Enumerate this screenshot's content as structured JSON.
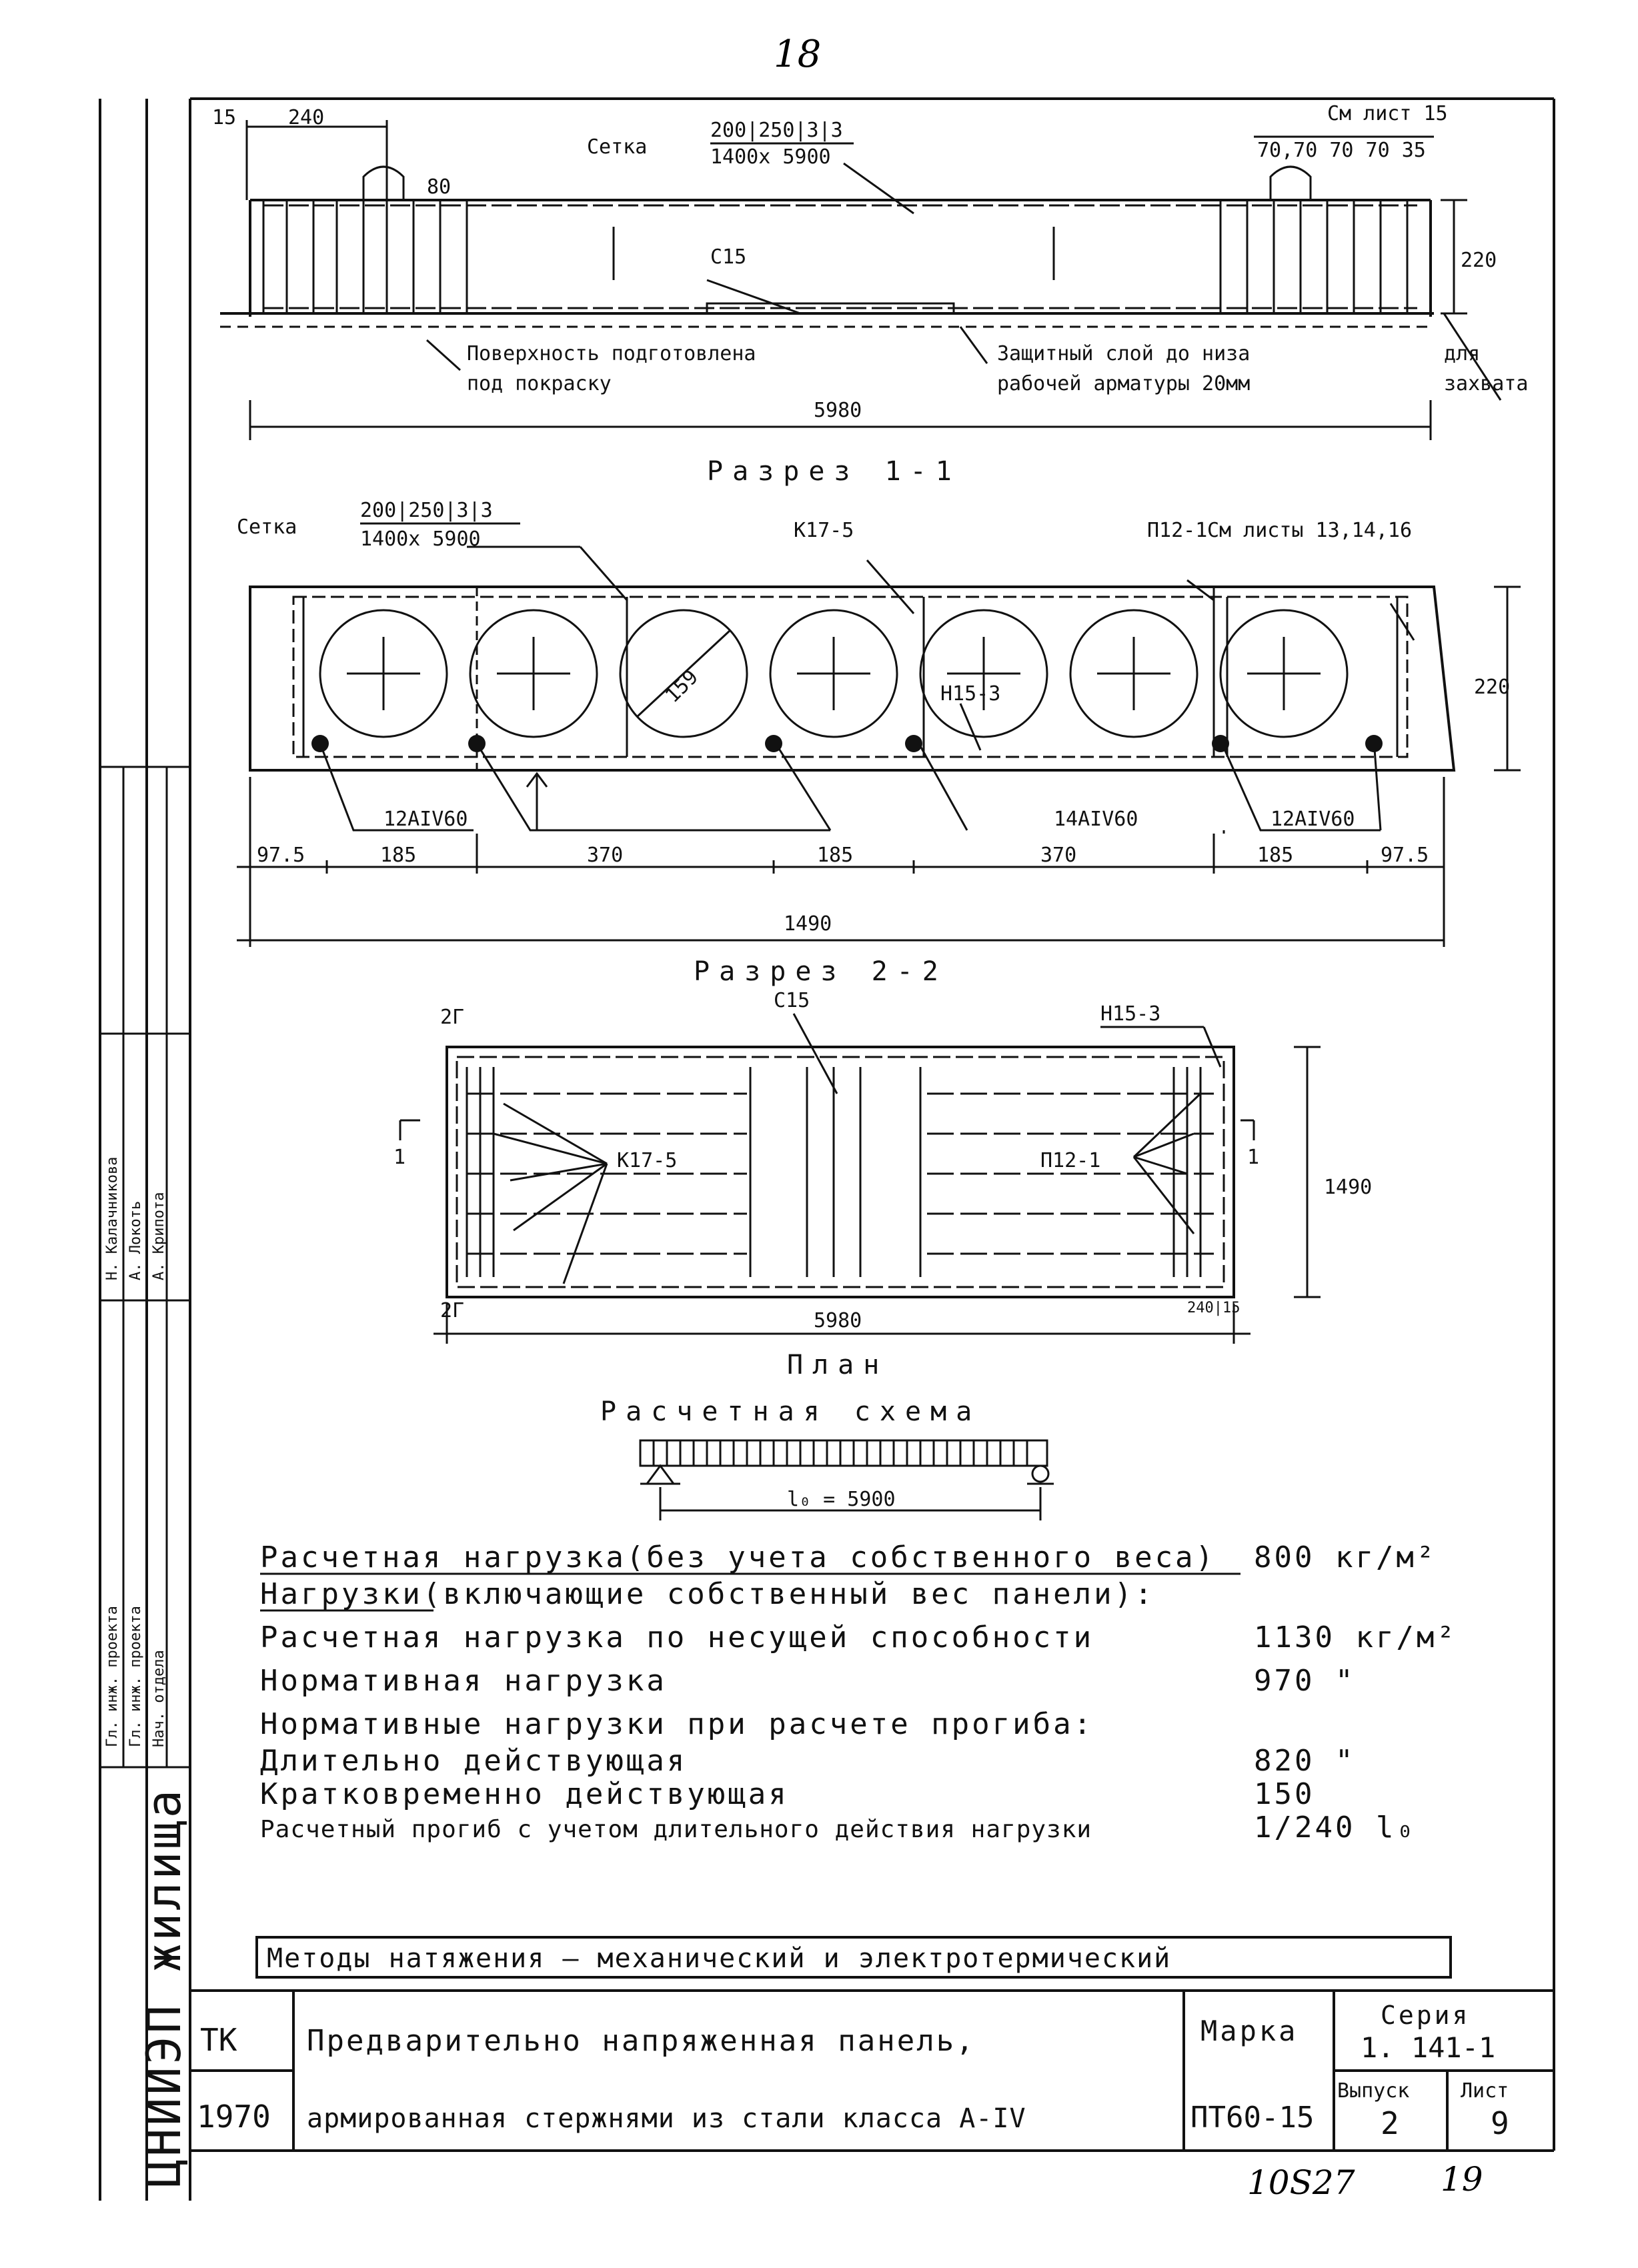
{
  "page": {
    "top_handwritten": "18",
    "bottom_handwritten_left": "10S27",
    "bottom_handwritten_right": "19"
  },
  "side_elevation": {
    "left_dim_a": "15",
    "left_dim_b": "240",
    "mesh_label": "Сетка",
    "mesh_spec_top": "200|250|3|3",
    "mesh_spec_bottom": "1400x 5900",
    "see_sheet": "См лист 15",
    "right_dims": "70,70 70 70 35",
    "hook_dim": "80",
    "height_dim": "220",
    "c15": "С15",
    "note_surface_1": "Поверхность подготовлена",
    "note_surface_2": "под покраску",
    "note_cover_1": "Защитный слой до низа",
    "note_cover_2": "рабочей арматуры 20мм",
    "note_grip_1": "для",
    "note_grip_2": "захвата",
    "length_dim": "5980"
  },
  "section_title": "Разрез 1-1",
  "section": {
    "mesh_label": "Сетка",
    "mesh_spec_top": "200|250|3|3",
    "mesh_spec_bottom": "1400x 5900",
    "k17": "К17-5",
    "p12": "П12-1",
    "see_sheets": "См листы 13,14,16",
    "height": "220",
    "diameter": "159",
    "n15": "Н15-3",
    "rebar_left": "12АIV60",
    "rebar_mid": "14АIV60",
    "rebar_right": "12АIV60",
    "dims": [
      "97.5",
      "185",
      "370",
      "185",
      "370",
      "185",
      "97.5"
    ],
    "total": "1490"
  },
  "section2_title": "Разрез 2-2",
  "plan": {
    "c15": "С15",
    "n15": "Н15-3",
    "mark_tl": "2Г",
    "mark_bl": "2Г",
    "cut_left": "1",
    "cut_right": "1",
    "k17": "К17-5",
    "p12": "П12-1",
    "width": "1490",
    "length": "5980",
    "small_dims": "240|15",
    "title": "План"
  },
  "scheme": {
    "title": "Расчетная схема",
    "span": "l₀ = 5900"
  },
  "loads": [
    {
      "label": "Расчетная нагрузка(без учета собственного веса)",
      "value": "800 кг/м²"
    },
    {
      "label": "Нагрузки(включающие собственный вес панели):",
      "value": ""
    },
    {
      "label": "Расчетная нагрузка по несущей способности",
      "value": "1130 кг/м²"
    },
    {
      "label": "Нормативная нагрузка",
      "value": "970 \""
    },
    {
      "label": "Нормативные нагрузки при расчете прогиба:",
      "value": ""
    },
    {
      "label": "Длительно действующая",
      "value": "820 \""
    },
    {
      "label": "Кратковременно действующая",
      "value": "150"
    },
    {
      "label": "Расчетный прогиб с учетом длительного действия нагрузки",
      "value": "1/240 l₀"
    }
  ],
  "methods": "Методы натяжения — механический и электротермический",
  "title_block": {
    "tk": "ТК",
    "year": "1970",
    "name_1": "Предварительно напряженная панель,",
    "name_2": "армированная стержнями из стали класса А-IV",
    "marka_label": "Марка",
    "marka": "ПТ60-15",
    "series_label": "Серия",
    "series": "1. 141-1",
    "issue_label": "Выпуск",
    "issue": "2",
    "sheet_label": "Лист",
    "sheet": "9"
  },
  "side_stamp": {
    "org": "ЦНИИЭП жилища",
    "rows": [
      "Гл. инж. проекта",
      "Гл. инж. проекта",
      "Нач. отдела"
    ],
    "names": [
      "Н. Калачникова",
      "А. Локоть",
      "А. Крипота"
    ]
  }
}
